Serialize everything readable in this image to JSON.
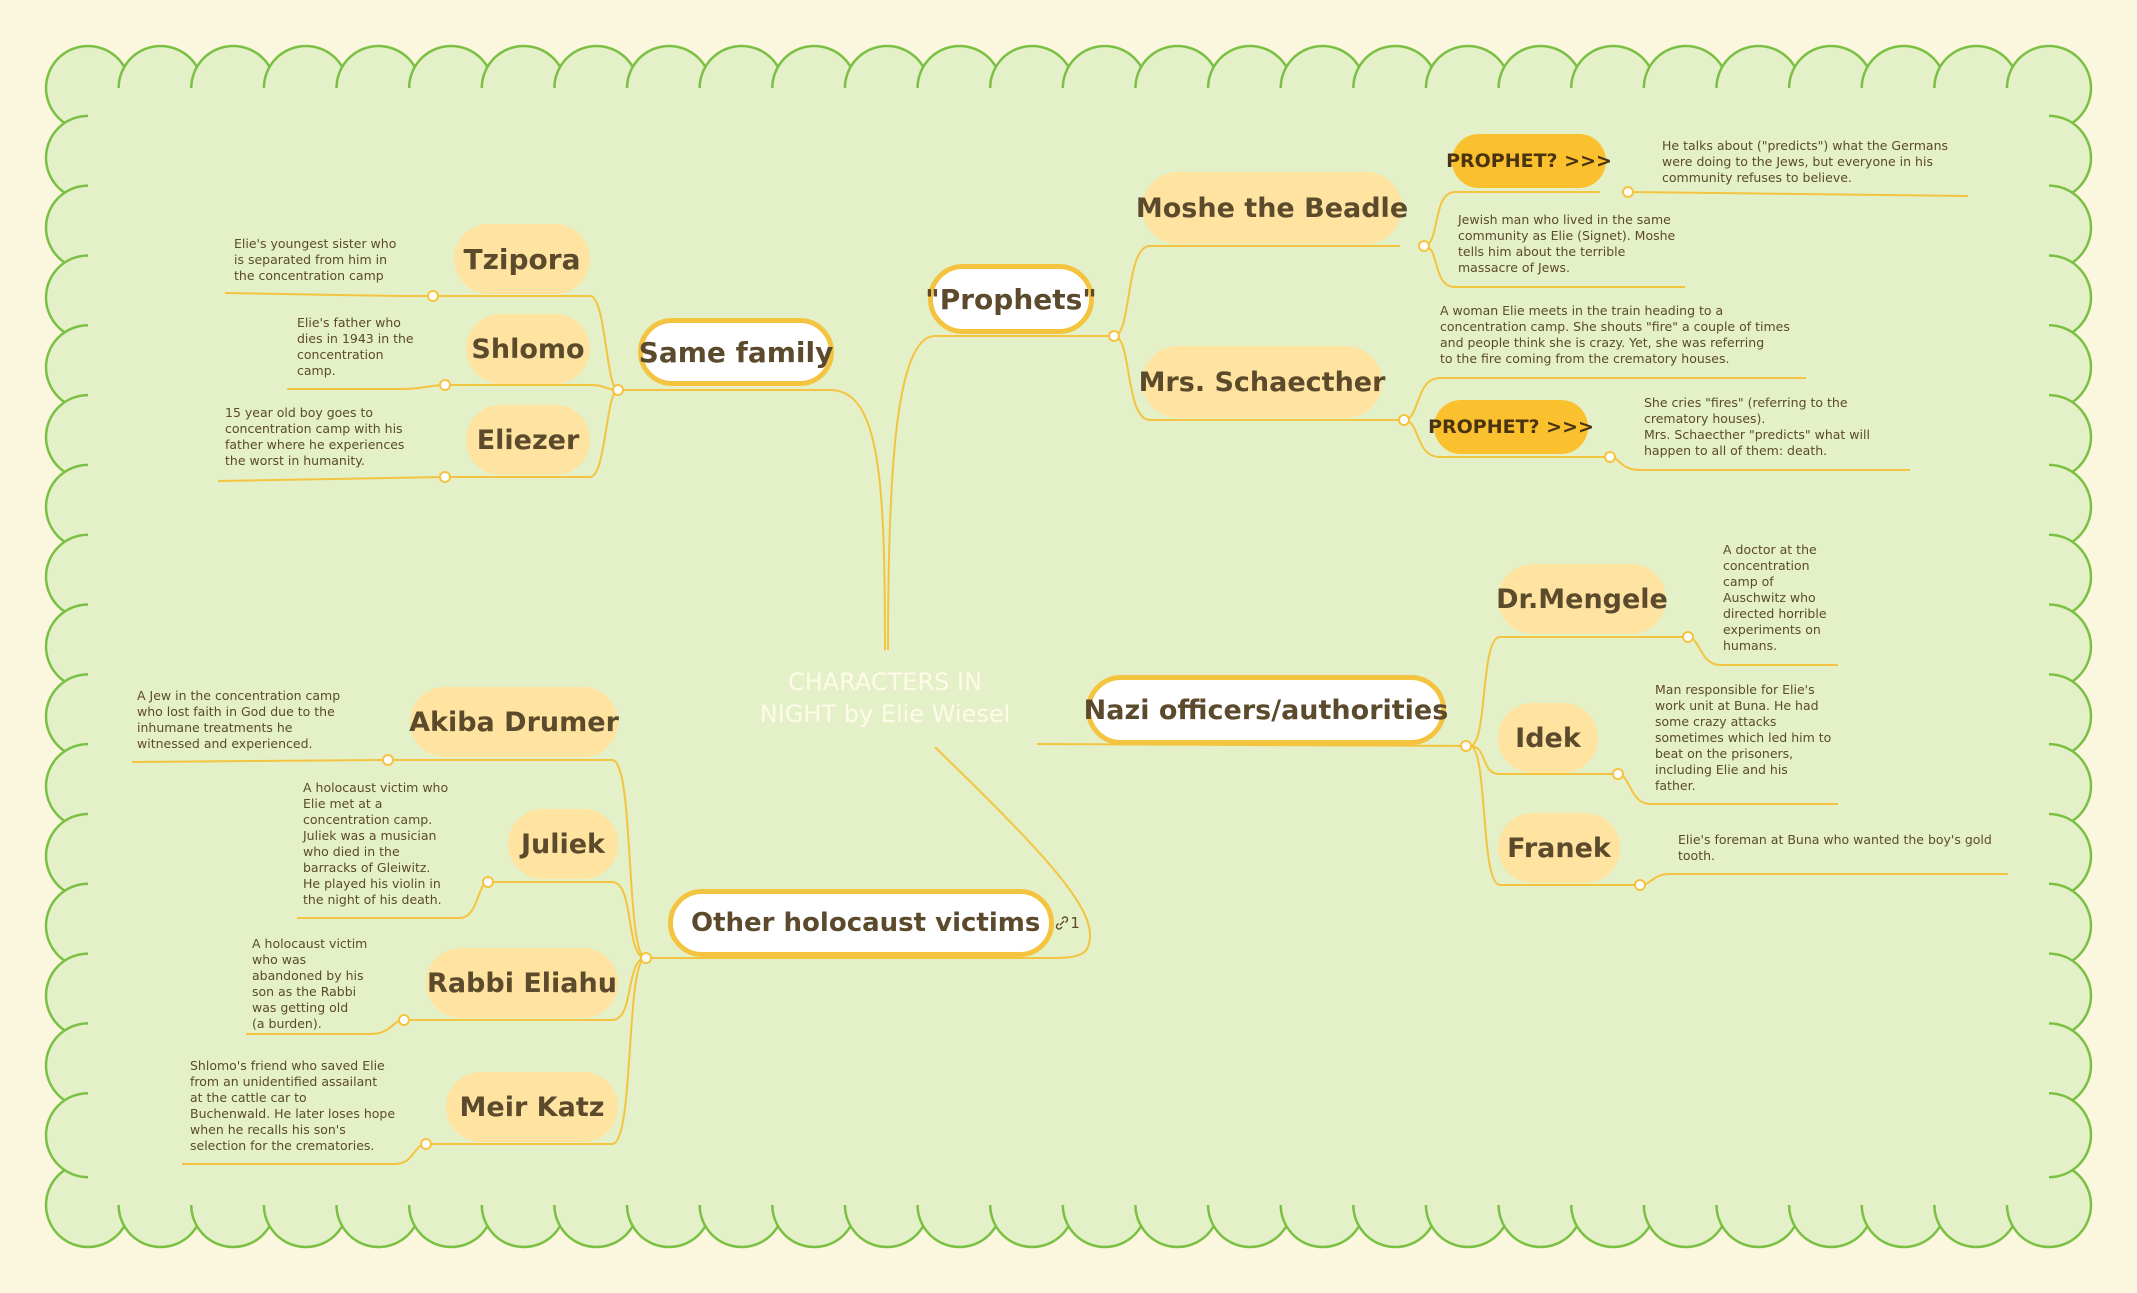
{
  "colors": {
    "background": "#fbf6de",
    "map_fill": "#e4f0c8",
    "map_border": "#7ac043",
    "connector": "#f4c440",
    "node_fill": "#ffe3a0",
    "prophet_fill": "#fbc02d",
    "text": "#5b4a2c"
  },
  "central_topic": "CHARACTERS IN\nNIGHT by Elie Wiesel",
  "branches": {
    "same_family": {
      "label": "Same family",
      "children": [
        {
          "label": "Tzipora",
          "note": "Elie's youngest sister who\nis separated from him in\nthe concentration camp"
        },
        {
          "label": "Shlomo",
          "note": "Elie's father who\ndies in 1943 in the\nconcentration\ncamp."
        },
        {
          "label": "Eliezer",
          "note": "15  year old boy goes to\nconcentration camp with his\nfather where he experiences\nthe worst in humanity."
        }
      ]
    },
    "prophets": {
      "label": "\"Prophets\"",
      "children": [
        {
          "label": "Moshe the Beadle",
          "tag": "PROPHET? >>>",
          "tag_note": "He talks about (\"predicts\") what the Germans\nwere doing to the Jews, but everyone in his\ncommunity refuses to believe.",
          "note": "Jewish man who lived in the same\ncommunity as Elie (Signet). Moshe\ntells him about the terrible\nmassacre of Jews."
        },
        {
          "label": "Mrs. Schaecther",
          "note": "A woman Elie meets in the train heading to a\nconcentration camp. She shouts \"fire\" a couple of times\nand people think she is crazy. Yet, she was referring\nto the fire coming from the crematory houses.",
          "tag": "PROPHET? >>>",
          "tag_note": "She cries \"fires\" (referring to the\ncrematory houses).\nMrs. Schaecther \"predicts\" what will\nhappen to all of them: death."
        }
      ]
    },
    "nazi": {
      "label": "Nazi officers/authorities",
      "children": [
        {
          "label": "Dr.Mengele",
          "note": "A doctor at the\nconcentration\ncamp of\nAuschwitz who\ndirected horrible\nexperiments on\nhumans."
        },
        {
          "label": "Idek",
          "note": "Man responsible for Elie's\nwork unit at Buna. He had\nsome crazy attacks\nsometimes which led him to\nbeat on the prisoners,\nincluding Elie and his\nfather."
        },
        {
          "label": "Franek",
          "note": "Elie's foreman at Buna who wanted the boy's gold\ntooth."
        }
      ]
    },
    "other": {
      "label": "Other holocaust victims",
      "link_icon": "link-icon",
      "link_count": "1",
      "children": [
        {
          "label": "Akiba Drumer",
          "note": "A Jew in the concentration camp\nwho lost faith in God due to the\ninhumane treatments he\nwitnessed and experienced."
        },
        {
          "label": "Juliek",
          "note": "A holocaust victim who\nElie met at a\nconcentration camp.\nJuliek was a musician\nwho died in the\nbarracks of Gleiwitz.\nHe played his violin in\nthe night of his death."
        },
        {
          "label": "Rabbi Eliahu",
          "note": "A holocaust victim\nwho was\nabandoned by his\nson as the Rabbi\nwas getting old\n(a burden)."
        },
        {
          "label": "Meir Katz",
          "note": "Shlomo's friend who saved Elie\nfrom an unidentified assailant\nat the cattle car to\nBuchenwald. He later loses hope\nwhen he recalls his son's\nselection for the crematories."
        }
      ]
    }
  }
}
